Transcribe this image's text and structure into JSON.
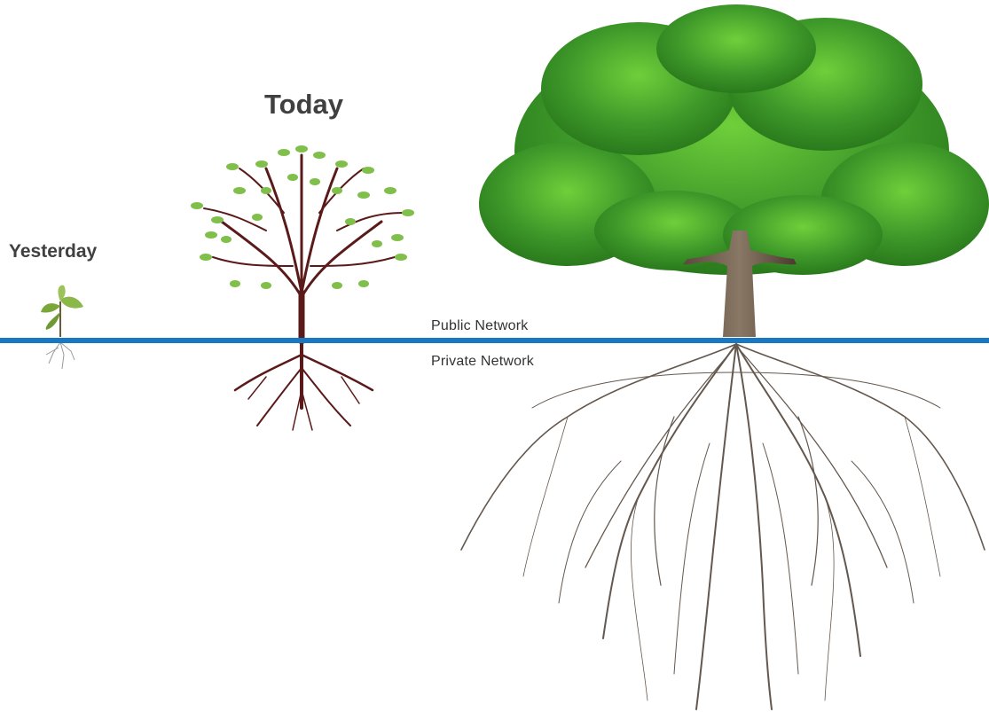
{
  "labels": {
    "yesterday": "Yesterday",
    "today": "Today",
    "public_network": "Public Network",
    "private_network": "Private Network"
  },
  "colors": {
    "network_line": "#1a78c2",
    "sapling_leaf": "#7aa63a",
    "tree_trunk": "#5b1a1a",
    "tree_leaf": "#7fbf4a",
    "canopy": "#3f9a2a",
    "roots": "#4a3b30"
  }
}
